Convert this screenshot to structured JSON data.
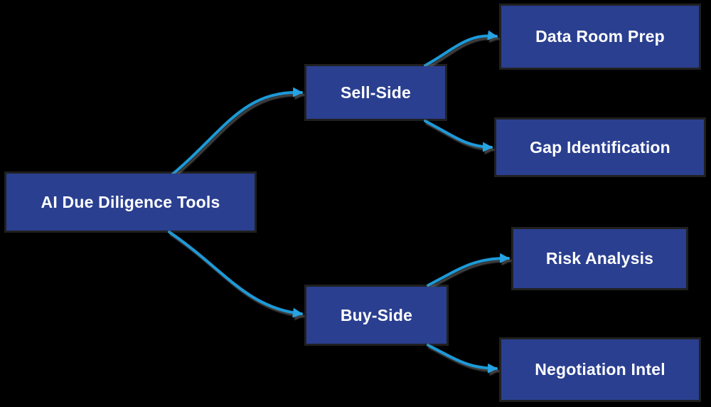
{
  "diagram": {
    "type": "mindmap",
    "colors": {
      "background": "#000000",
      "node_fill": "#2a3f90",
      "node_text": "#ffffff",
      "connector": "#1f9ad8"
    },
    "root": {
      "label": "AI Due Diligence Tools"
    },
    "branches": [
      {
        "label": "Sell-Side",
        "children": [
          {
            "label": "Data Room Prep"
          },
          {
            "label": "Gap Identification"
          }
        ]
      },
      {
        "label": "Buy-Side",
        "children": [
          {
            "label": "Risk Analysis"
          },
          {
            "label": "Negotiation Intel"
          }
        ]
      }
    ],
    "edges": [
      {
        "from": "AI Due Diligence Tools",
        "to": "Sell-Side"
      },
      {
        "from": "AI Due Diligence Tools",
        "to": "Buy-Side"
      },
      {
        "from": "Sell-Side",
        "to": "Data Room Prep"
      },
      {
        "from": "Sell-Side",
        "to": "Gap Identification"
      },
      {
        "from": "Buy-Side",
        "to": "Risk Analysis"
      },
      {
        "from": "Buy-Side",
        "to": "Negotiation Intel"
      }
    ]
  }
}
